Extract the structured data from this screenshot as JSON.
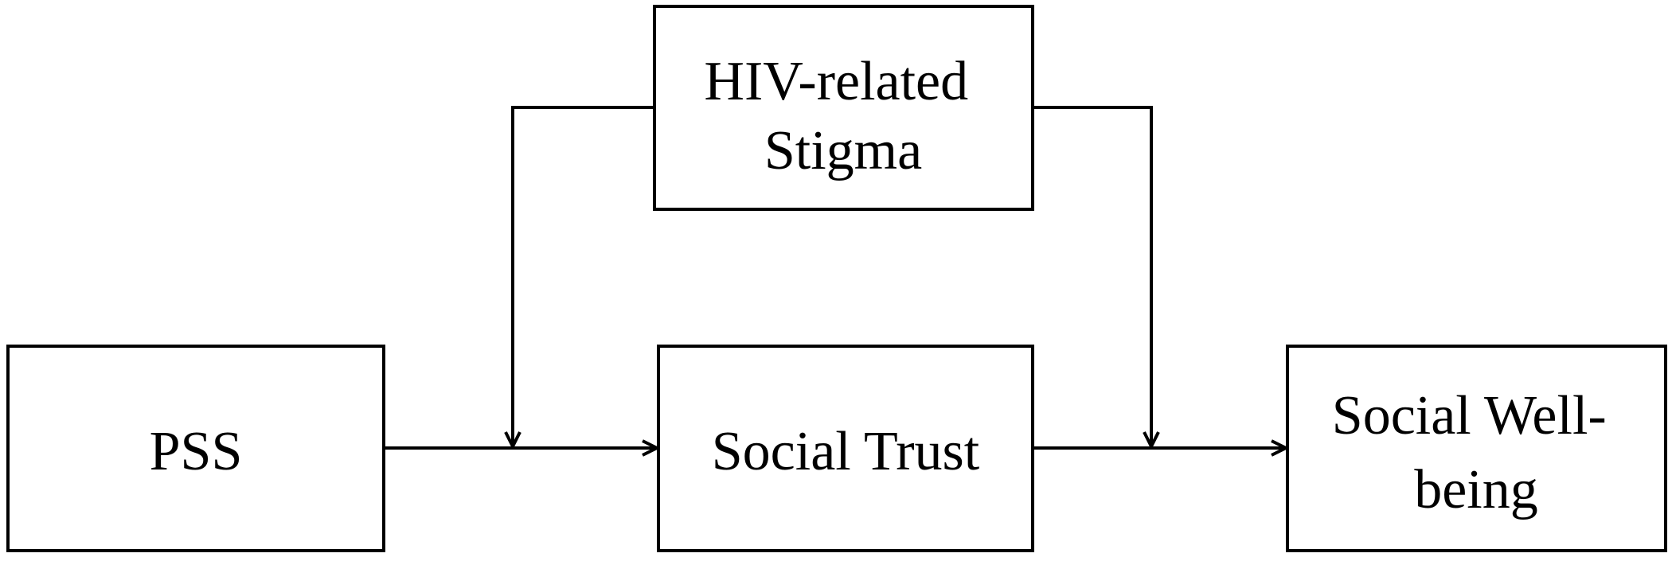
{
  "diagram": {
    "nodes": {
      "moderator": {
        "lines": [
          "HIV-related",
          "Stigma"
        ]
      },
      "predictor": {
        "lines": [
          "PSS"
        ]
      },
      "mediator": {
        "lines": [
          "Social Trust"
        ]
      },
      "outcome": {
        "lines": [
          "Social Well-",
          "being"
        ]
      }
    },
    "edges": [
      {
        "from": "predictor",
        "to": "mediator"
      },
      {
        "from": "mediator",
        "to": "outcome"
      },
      {
        "from": "moderator",
        "to": "predictor-mediator-path"
      },
      {
        "from": "moderator",
        "to": "mediator-outcome-path"
      }
    ],
    "colors": {
      "stroke": "#000000",
      "fill": "#ffffff",
      "text": "#000000"
    }
  }
}
